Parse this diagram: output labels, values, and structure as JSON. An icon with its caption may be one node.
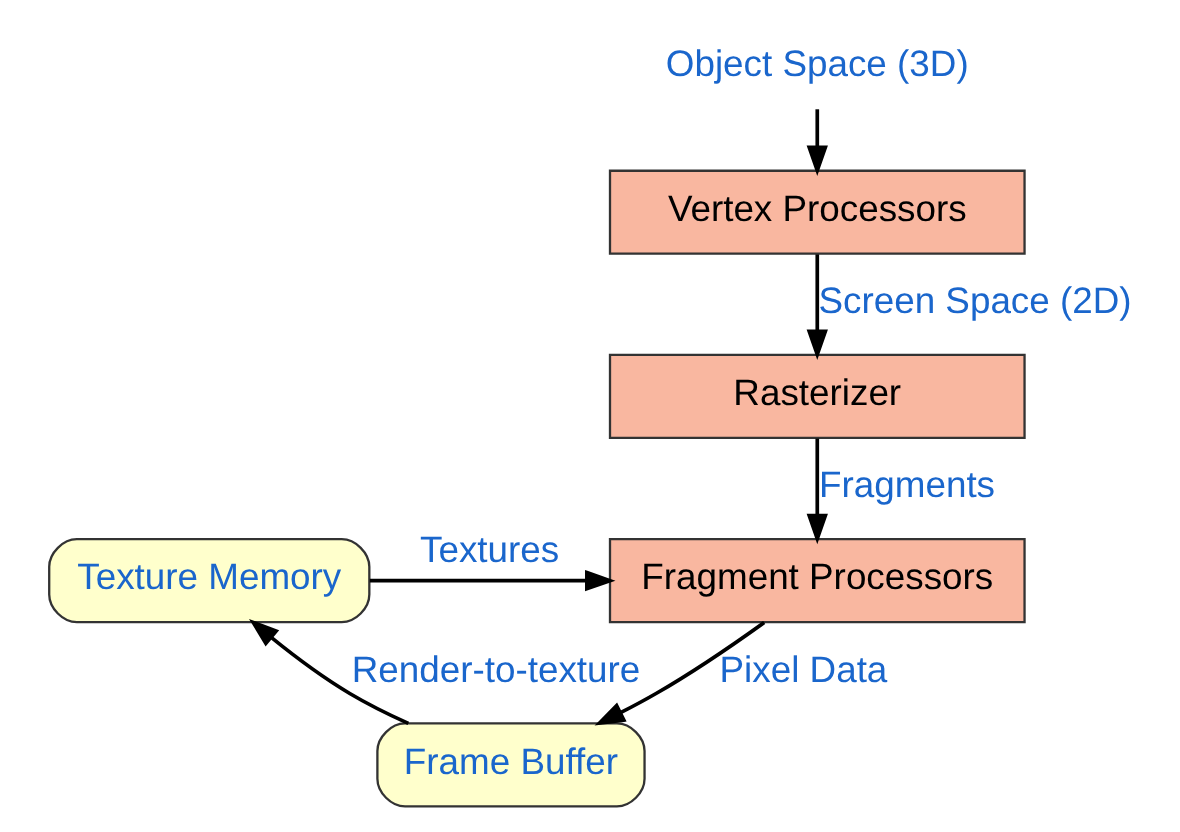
{
  "diagram": {
    "nodes": [
      {
        "text": [
          "Object Space (3D)"
        ]
      },
      {
        "text": [
          "Vertex Processors"
        ]
      },
      {
        "text": [
          "Rasterizer"
        ]
      },
      {
        "text": [
          "Fragment Processors"
        ]
      },
      {
        "text": [
          "Frame Buffer"
        ]
      },
      {
        "text": [
          "Texture Memory"
        ]
      }
    ],
    "edges": [
      {
        "from": 0,
        "to": 1,
        "arrow": "to"
      },
      {
        "from": 1,
        "to": 2,
        "arrow": "to",
        "label": "Screen Space (2D)"
      },
      {
        "from": 2,
        "to": 3,
        "arrow": "to",
        "label": "Fragments"
      },
      {
        "from": 3,
        "to": 4,
        "arrow": "to",
        "label": "Pixel Data"
      },
      {
        "from": 4,
        "to": 5,
        "arrow": "to",
        "label": "Render-to-texture"
      },
      {
        "from": 5,
        "to": 3,
        "arrow": "to",
        "label": "Textures"
      }
    ]
  }
}
